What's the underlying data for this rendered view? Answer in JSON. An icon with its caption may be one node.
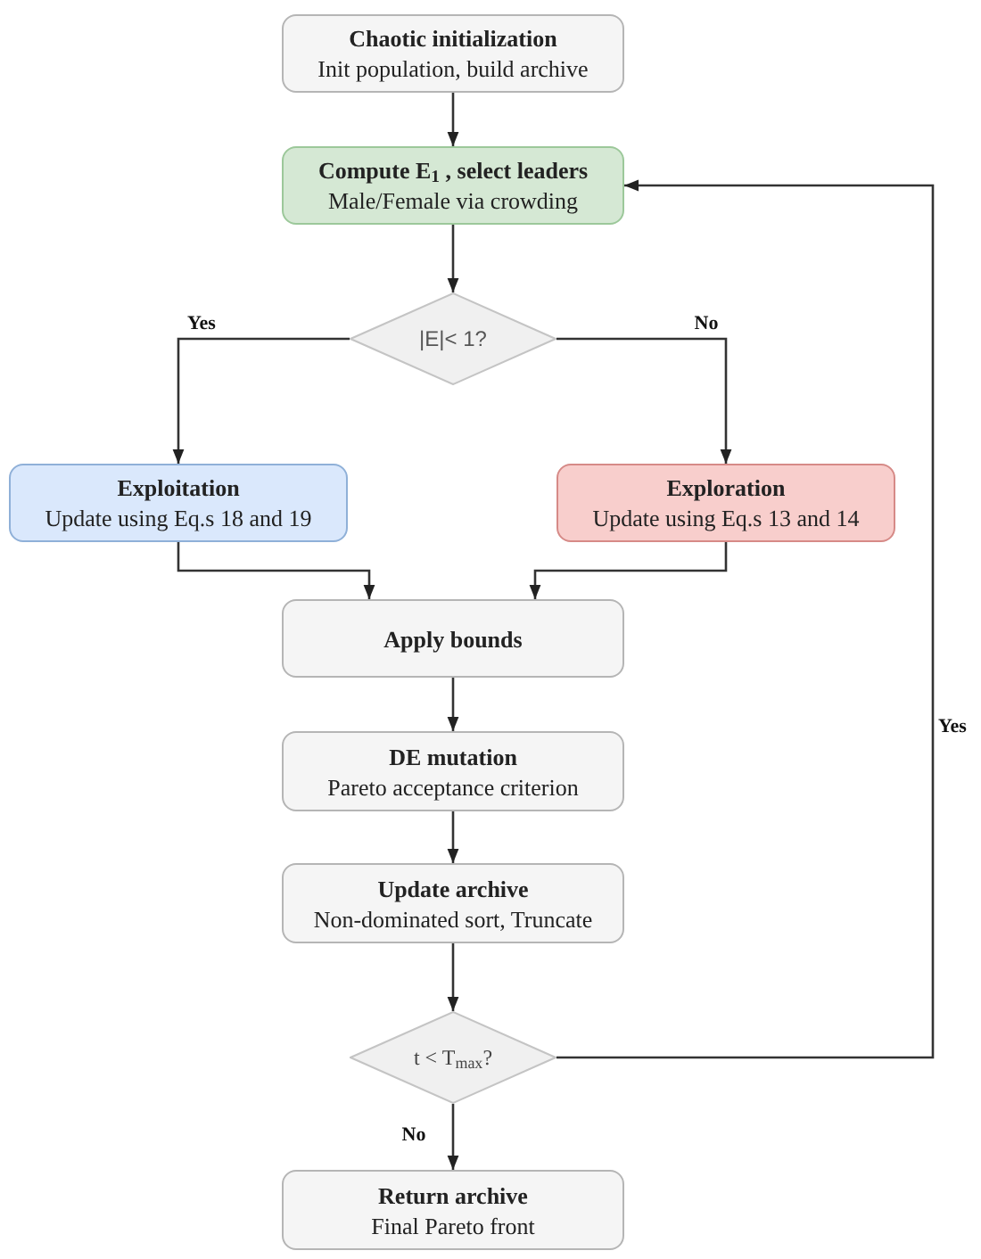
{
  "diagram": {
    "nodes": [
      {
        "text": [
          "Chaotic initialization",
          "Init population, build archive"
        ]
      },
      {
        "text": [
          "Compute E$_{1}$ , select leaders",
          "Male/Female via crowding"
        ]
      },
      {
        "text": [
          "|E|< 1?"
        ]
      },
      {
        "text": [
          "Exploitation",
          "Update using Eq.s 18 and 19"
        ]
      },
      {
        "text": [
          "Exploration",
          "Update using Eq.s 13 and 14"
        ]
      },
      {
        "text": [
          "Apply bounds"
        ]
      },
      {
        "text": [
          "DE mutation",
          "Pareto acceptance criterion"
        ]
      },
      {
        "text": [
          "Update archive",
          "Non-dominated sort, Truncate"
        ]
      },
      {
        "text": [
          "t < T$_{max}$?"
        ]
      },
      {
        "text": [
          "Return archive",
          "Final Pareto front"
        ]
      }
    ],
    "edges": [
      {
        "from": 0,
        "to": 1,
        "arrow": "to"
      },
      {
        "from": 1,
        "to": 2,
        "arrow": "to"
      },
      {
        "from": 2,
        "to": 3,
        "arrow": "to",
        "label": "Yes"
      },
      {
        "from": 2,
        "to": 4,
        "arrow": "to",
        "label": "No"
      },
      {
        "from": 3,
        "to": 5,
        "arrow": "to"
      },
      {
        "from": 4,
        "to": 5,
        "arrow": "to"
      },
      {
        "from": 5,
        "to": 6,
        "arrow": "to"
      },
      {
        "from": 6,
        "to": 7,
        "arrow": "to"
      },
      {
        "from": 7,
        "to": 8,
        "arrow": "to"
      },
      {
        "from": 8,
        "to": 9,
        "arrow": "to",
        "label": "No"
      },
      {
        "from": 8,
        "to": 1,
        "arrow": "to",
        "label": "Yes"
      }
    ]
  }
}
